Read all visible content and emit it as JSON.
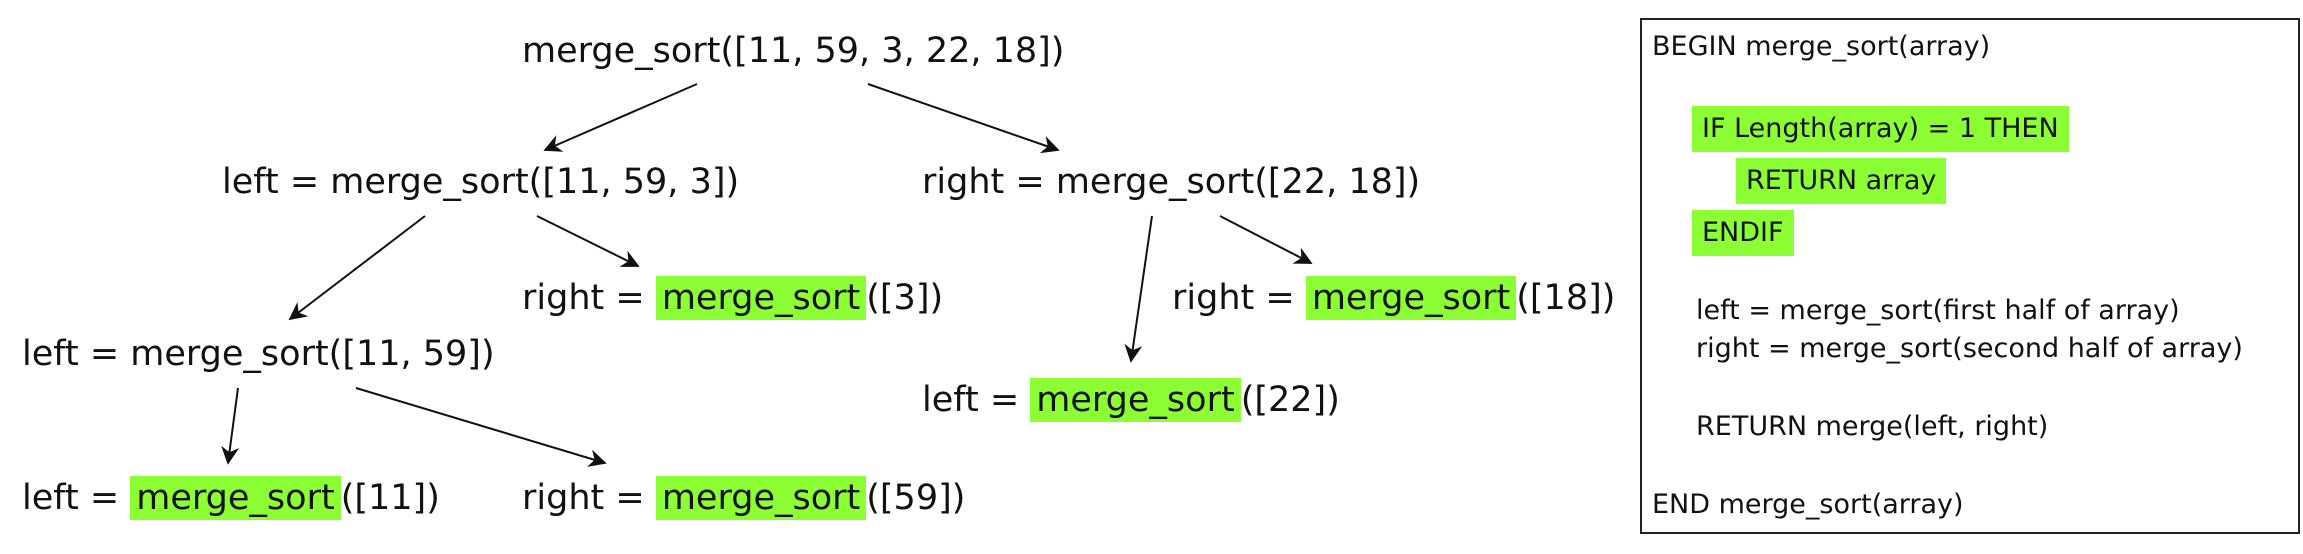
{
  "tree": {
    "root": "merge_sort([11, 59, 3, 22, 18])",
    "n1": {
      "prefix": "left = ",
      "text": "merge_sort([11, 59, 3])"
    },
    "n2": {
      "prefix": "right = ",
      "text": "merge_sort([22, 18])"
    },
    "n3": {
      "prefix": "left = ",
      "text": "merge_sort([11, 59])"
    },
    "n4": {
      "prefix": "right = ",
      "hl": "merge_sort",
      "suffix": "([3])"
    },
    "n5": {
      "prefix": "left = ",
      "hl": "merge_sort",
      "suffix": "([22])"
    },
    "n6": {
      "prefix": "right = ",
      "hl": "merge_sort",
      "suffix": "([18])"
    },
    "n7": {
      "prefix": "left = ",
      "hl": "merge_sort",
      "suffix": "([11])"
    },
    "n8": {
      "prefix": "right = ",
      "hl": "merge_sort",
      "suffix": "([59])"
    }
  },
  "code": {
    "l1": "BEGIN merge_sort(array)",
    "l2": "IF Length(array) = 1 THEN",
    "l3": "RETURN array",
    "l4": "ENDIF",
    "l5": "left = merge_sort(first half of array)",
    "l6": "right = merge_sort(second half of array)",
    "l7": "RETURN merge(left, right)",
    "l8": "END merge_sort(array)"
  },
  "colors": {
    "highlight": "#8bff34",
    "line": "#111111"
  }
}
